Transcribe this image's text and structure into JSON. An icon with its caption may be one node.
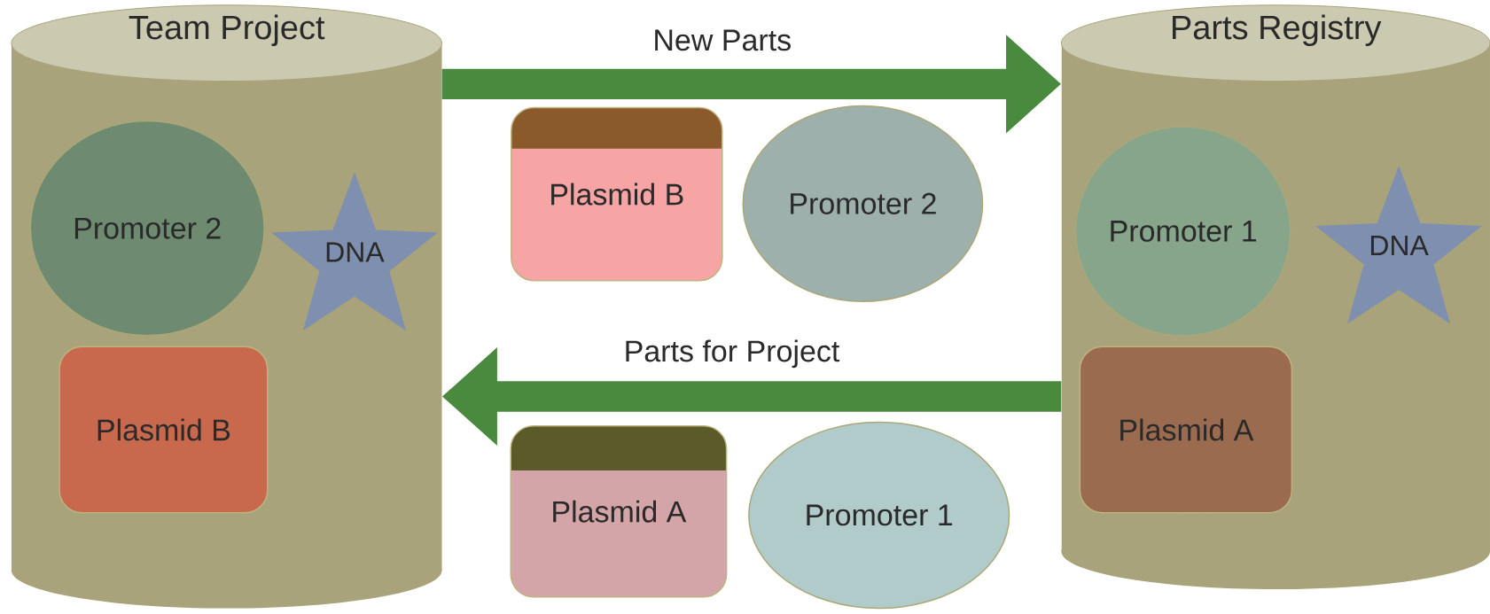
{
  "diagram": {
    "nodes": [
      {
        "text": [
          "Team Project"
        ]
      },
      {
        "text": [
          "Promoter 2"
        ],
        "in": 0
      },
      {
        "text": [
          "DNA"
        ],
        "in": 0
      },
      {
        "text": [
          "Plasmid B"
        ],
        "in": 0
      },
      {
        "text": [
          "Parts Registry"
        ]
      },
      {
        "text": [
          "Promoter 1"
        ],
        "in": 4
      },
      {
        "text": [
          "DNA"
        ],
        "in": 4
      },
      {
        "text": [
          "Plasmid A"
        ],
        "in": 4
      },
      {
        "text": [
          "Plasmid B"
        ]
      },
      {
        "text": [
          "Promoter 2"
        ]
      },
      {
        "text": [
          "Plasmid A"
        ]
      },
      {
        "text": [
          "Promoter 1"
        ]
      }
    ],
    "edges": [
      {
        "from": 0,
        "to": 4,
        "arrow": "to",
        "label": "New Parts"
      },
      {
        "from": 4,
        "to": 0,
        "arrow": "to",
        "label": "Parts for Project"
      }
    ]
  }
}
